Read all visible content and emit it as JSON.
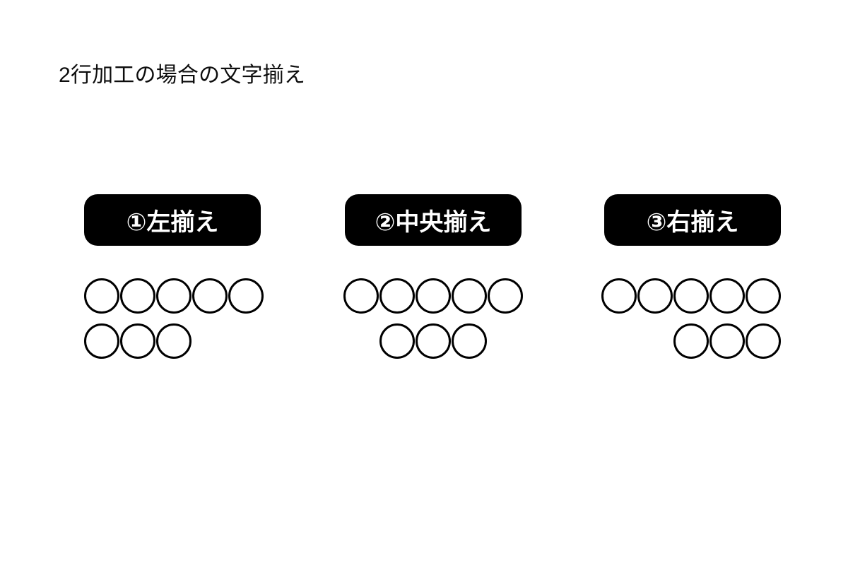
{
  "slide": {
    "title": "2行加工の場合の文字揃え",
    "background_color": "#ffffff",
    "text_color": "#0d0d0d",
    "badge_background_color": "#000000",
    "badge_text_color": "#ffffff",
    "circle_stroke_color": "#000000"
  },
  "columns": [
    {
      "id": "left-align",
      "badge_label": "①左揃え",
      "marker": "①",
      "alignment_label": "左揃え",
      "alignment": "left",
      "rows": [
        {
          "count": 5,
          "align": "left"
        },
        {
          "count": 3,
          "align": "left"
        }
      ]
    },
    {
      "id": "center-align",
      "badge_label": "②中央揃え",
      "marker": "②",
      "alignment_label": "中央揃え",
      "alignment": "center",
      "rows": [
        {
          "count": 5,
          "align": "center"
        },
        {
          "count": 3,
          "align": "center"
        }
      ]
    },
    {
      "id": "right-align",
      "badge_label": "③右揃え",
      "marker": "③",
      "alignment_label": "右揃え",
      "alignment": "right",
      "rows": [
        {
          "count": 5,
          "align": "right"
        },
        {
          "count": 3,
          "align": "right"
        }
      ]
    }
  ]
}
